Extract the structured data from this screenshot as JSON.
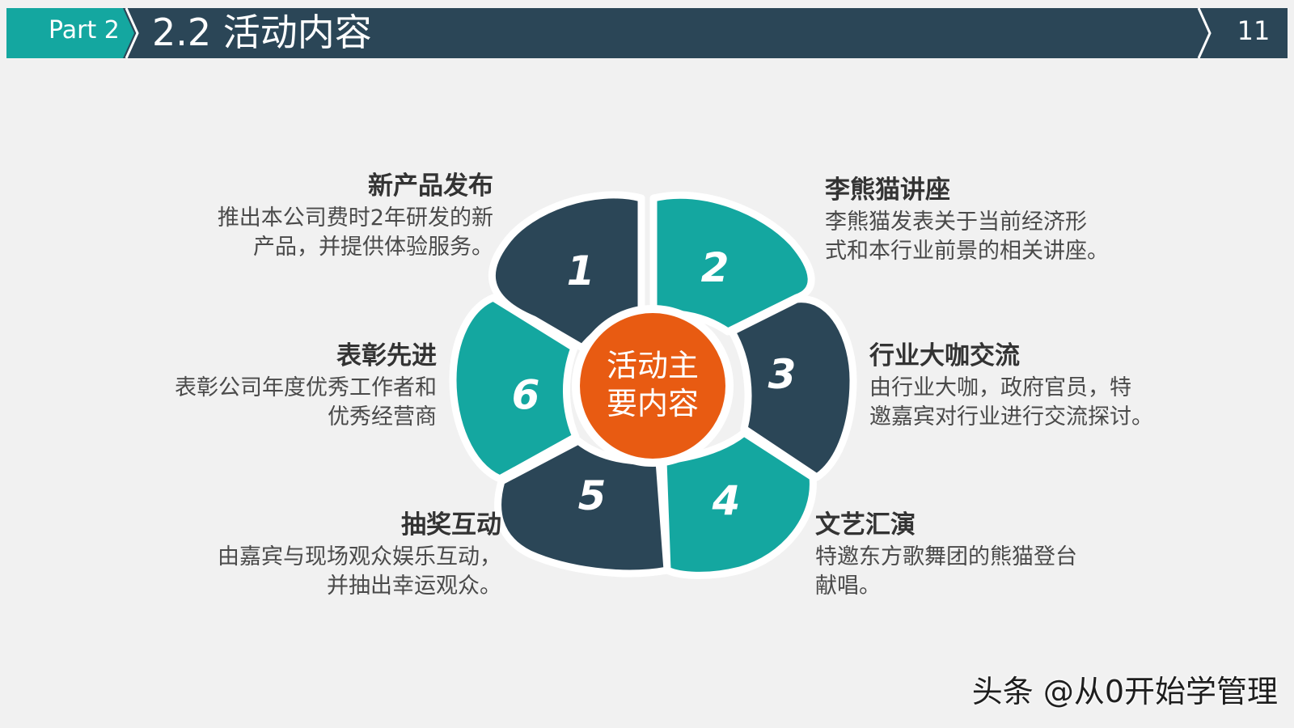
{
  "header": {
    "part_label": "Part 2",
    "title": "2.2 活动内容",
    "page_number": "11"
  },
  "center": {
    "line1": "活动主",
    "line2": "要内容"
  },
  "petals": [
    "1",
    "2",
    "3",
    "4",
    "5",
    "6"
  ],
  "items": [
    {
      "title": "新产品发布",
      "desc": [
        "推出本公司费时2年研发的新",
        "产品，并提供体验服务。"
      ]
    },
    {
      "title": "李熊猫讲座",
      "desc": [
        "李熊猫发表关于当前经济形",
        "式和本行业前景的相关讲座。"
      ]
    },
    {
      "title": "行业大咖交流",
      "desc": [
        "由行业大咖，政府官员，特",
        "邀嘉宾对行业进行交流探讨。"
      ]
    },
    {
      "title": "文艺汇演",
      "desc": [
        "特邀东方歌舞团的熊猫登台",
        "献唱。"
      ]
    },
    {
      "title": "抽奖互动",
      "desc": [
        "由嘉宾与现场观众娱乐互动，",
        "并抽出幸运观众。"
      ]
    },
    {
      "title": "表彰先进",
      "desc": [
        "表彰公司年度优秀工作者和",
        "优秀经营商"
      ]
    }
  ],
  "watermark": "头条 @从0开始学管理",
  "colors": {
    "teal": "#14a7a0",
    "navy": "#2b4657",
    "orange": "#e85b12",
    "background": "#f1f1f1"
  }
}
